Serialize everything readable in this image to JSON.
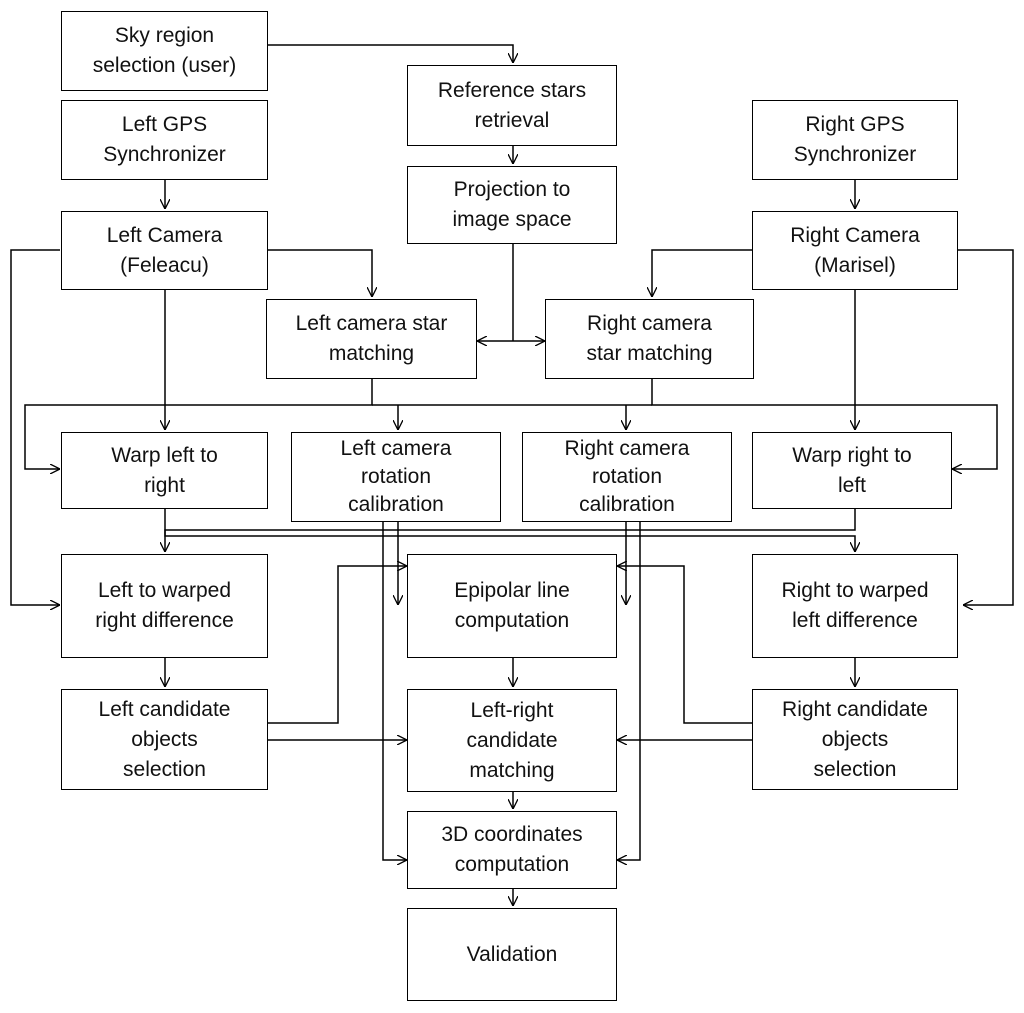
{
  "nodes": {
    "sky_region": "Sky region selection (user)",
    "ref_stars": "Reference stars retrieval",
    "left_gps": "Left GPS Synchronizer",
    "right_gps": "Right GPS Synchronizer",
    "projection": "Projection to image space",
    "left_camera": "Left Camera (Feleacu)",
    "right_camera": "Right Camera (Marisel)",
    "left_star_matching": "Left camera star matching",
    "right_star_matching": "Right camera star matching",
    "warp_left": "Warp left to right",
    "left_rotation": "Left camera rotation calibration",
    "right_rotation": "Right camera rotation calibration",
    "warp_right": "Warp right to left",
    "left_diff": "Left to warped right difference",
    "epipolar": "Epipolar line computation",
    "right_diff": "Right to warped left difference",
    "left_candidates": "Left candidate objects selection",
    "lr_matching": "Left-right candidate matching",
    "right_candidates": "Right candidate objects selection",
    "coords3d": "3D coordinates computation",
    "validation": "Validation"
  },
  "lines": {
    "sky_region": [
      "Sky region",
      "selection (user)"
    ],
    "ref_stars": [
      "Reference stars",
      "retrieval"
    ],
    "left_gps": [
      "Left GPS",
      "Synchronizer"
    ],
    "right_gps": [
      "Right GPS",
      "Synchronizer"
    ],
    "projection": [
      "Projection to",
      "image space"
    ],
    "left_camera": [
      "Left Camera",
      "(Feleacu)"
    ],
    "right_camera": [
      "Right Camera",
      "(Marisel)"
    ],
    "left_star_matching": [
      "Left camera star",
      "matching"
    ],
    "right_star_matching": [
      "Right camera",
      "star matching"
    ],
    "warp_left": [
      "Warp left to",
      "right"
    ],
    "left_rotation": [
      "Left camera",
      "rotation",
      "calibration"
    ],
    "right_rotation": [
      "Right camera",
      "rotation",
      "calibration"
    ],
    "warp_right": [
      "Warp right to",
      "left"
    ],
    "left_diff": [
      "Left to warped",
      "right difference"
    ],
    "epipolar": [
      "Epipolar line",
      "computation"
    ],
    "right_diff": [
      "Right to warped",
      "left difference"
    ],
    "left_candidates": [
      "Left candidate",
      "objects",
      "selection"
    ],
    "lr_matching": [
      "Left-right",
      "candidate",
      "matching"
    ],
    "right_candidates": [
      "Right candidate",
      "objects",
      "selection"
    ],
    "coords3d": [
      "3D coordinates",
      "computation"
    ],
    "validation": [
      "Validation"
    ]
  },
  "edges": [
    [
      "sky_region",
      "ref_stars"
    ],
    [
      "ref_stars",
      "projection"
    ],
    [
      "left_gps",
      "left_camera"
    ],
    [
      "right_gps",
      "right_camera"
    ],
    [
      "projection",
      "left_star_matching"
    ],
    [
      "projection",
      "right_star_matching"
    ],
    [
      "left_camera",
      "left_star_matching"
    ],
    [
      "right_camera",
      "right_star_matching"
    ],
    [
      "left_camera",
      "warp_left"
    ],
    [
      "left_camera",
      "left_diff"
    ],
    [
      "right_camera",
      "warp_right"
    ],
    [
      "right_camera",
      "right_diff"
    ],
    [
      "left_star_matching",
      "left_rotation"
    ],
    [
      "left_star_matching",
      "warp_left"
    ],
    [
      "right_star_matching",
      "right_rotation"
    ],
    [
      "right_star_matching",
      "warp_right"
    ],
    [
      "warp_left",
      "left_diff"
    ],
    [
      "warp_left",
      "right_diff"
    ],
    [
      "warp_right",
      "left_diff"
    ],
    [
      "warp_right",
      "right_diff"
    ],
    [
      "left_rotation",
      "epipolar"
    ],
    [
      "left_rotation",
      "coords3d"
    ],
    [
      "right_rotation",
      "epipolar"
    ],
    [
      "right_rotation",
      "coords3d"
    ],
    [
      "left_diff",
      "left_candidates"
    ],
    [
      "right_diff",
      "right_candidates"
    ],
    [
      "left_candidates",
      "epipolar"
    ],
    [
      "left_candidates",
      "lr_matching"
    ],
    [
      "right_candidates",
      "epipolar"
    ],
    [
      "right_candidates",
      "lr_matching"
    ],
    [
      "epipolar",
      "lr_matching"
    ],
    [
      "lr_matching",
      "coords3d"
    ],
    [
      "coords3d",
      "validation"
    ]
  ]
}
